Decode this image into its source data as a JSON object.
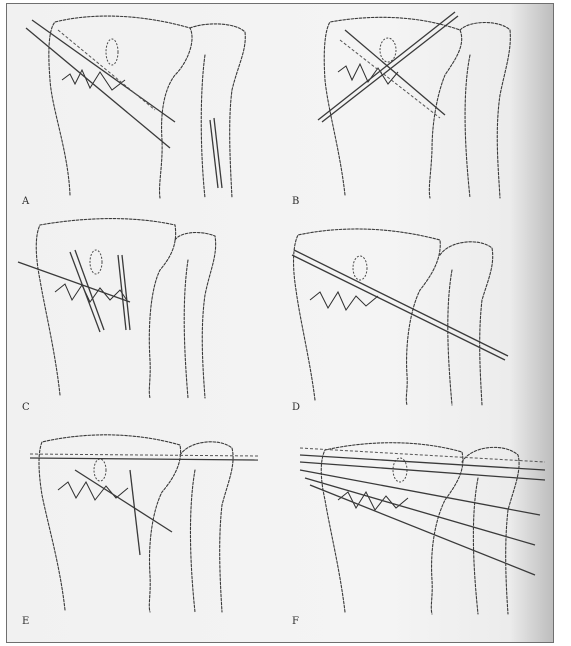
{
  "panels": [
    {
      "label": "A"
    },
    {
      "label": "B"
    },
    {
      "label": "C"
    },
    {
      "label": "D"
    },
    {
      "label": "E"
    },
    {
      "label": "F"
    }
  ],
  "colors": {
    "ink": "#3a3a3a",
    "paper": "#f2f2f2",
    "border": "#6f6f6f"
  }
}
